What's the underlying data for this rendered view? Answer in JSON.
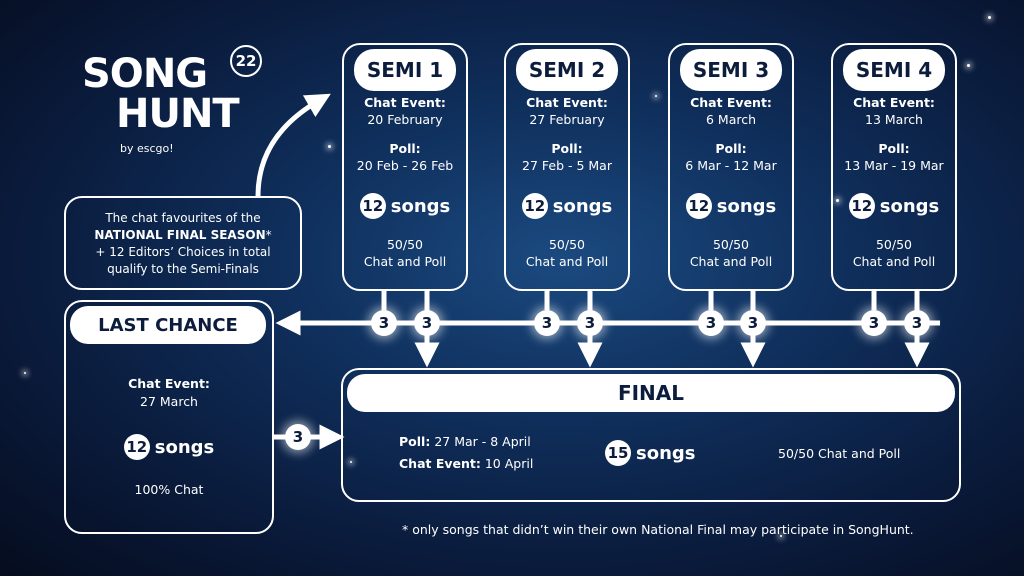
{
  "logo": {
    "word1": "SONG",
    "word2": "HUNT",
    "edition": "22",
    "byline": "by escgo!"
  },
  "note": {
    "line1": "The chat favourites of the",
    "line2_bold": "NATIONAL FINAL SEASON",
    "line2_star": "*",
    "line3": "+ 12 Editors’ Choices in total",
    "line4": "qualify to the Semi-Finals"
  },
  "semis": [
    {
      "title": "SEMI 1",
      "chat_label": "Chat Event:",
      "chat_date": "20 February",
      "poll_label": "Poll:",
      "poll_dates": "20 Feb - 26 Feb",
      "songs_count": "12",
      "songs_word": "songs",
      "method1": "50/50",
      "method2": "Chat and Poll"
    },
    {
      "title": "SEMI 2",
      "chat_label": "Chat Event:",
      "chat_date": "27 February",
      "poll_label": "Poll:",
      "poll_dates": "27 Feb - 5 Mar",
      "songs_count": "12",
      "songs_word": "songs",
      "method1": "50/50",
      "method2": "Chat and Poll"
    },
    {
      "title": "SEMI 3",
      "chat_label": "Chat Event:",
      "chat_date": "6 March",
      "poll_label": "Poll:",
      "poll_dates": "6 Mar - 12 Mar",
      "songs_count": "12",
      "songs_word": "songs",
      "method1": "50/50",
      "method2": "Chat and Poll"
    },
    {
      "title": "SEMI 4",
      "chat_label": "Chat Event:",
      "chat_date": "13 March",
      "poll_label": "Poll:",
      "poll_dates": "13 Mar - 19 Mar",
      "songs_count": "12",
      "songs_word": "songs",
      "method1": "50/50",
      "method2": "Chat and Poll"
    }
  ],
  "last_chance": {
    "title": "LAST CHANCE",
    "chat_label": "Chat Event:",
    "chat_date": "27 March",
    "songs_count": "12",
    "songs_word": "songs",
    "method": "100% Chat"
  },
  "final": {
    "title": "FINAL",
    "poll_label": "Poll:",
    "poll_dates": "27 Mar - 8 April",
    "chat_label": "Chat Event:",
    "chat_date": "10 April",
    "songs_count": "15",
    "songs_word": "songs",
    "method": "50/50 Chat and Poll"
  },
  "qualifier_count": "3",
  "footnote": "* only songs that didn’t win their own National Final may participate in SongHunt."
}
